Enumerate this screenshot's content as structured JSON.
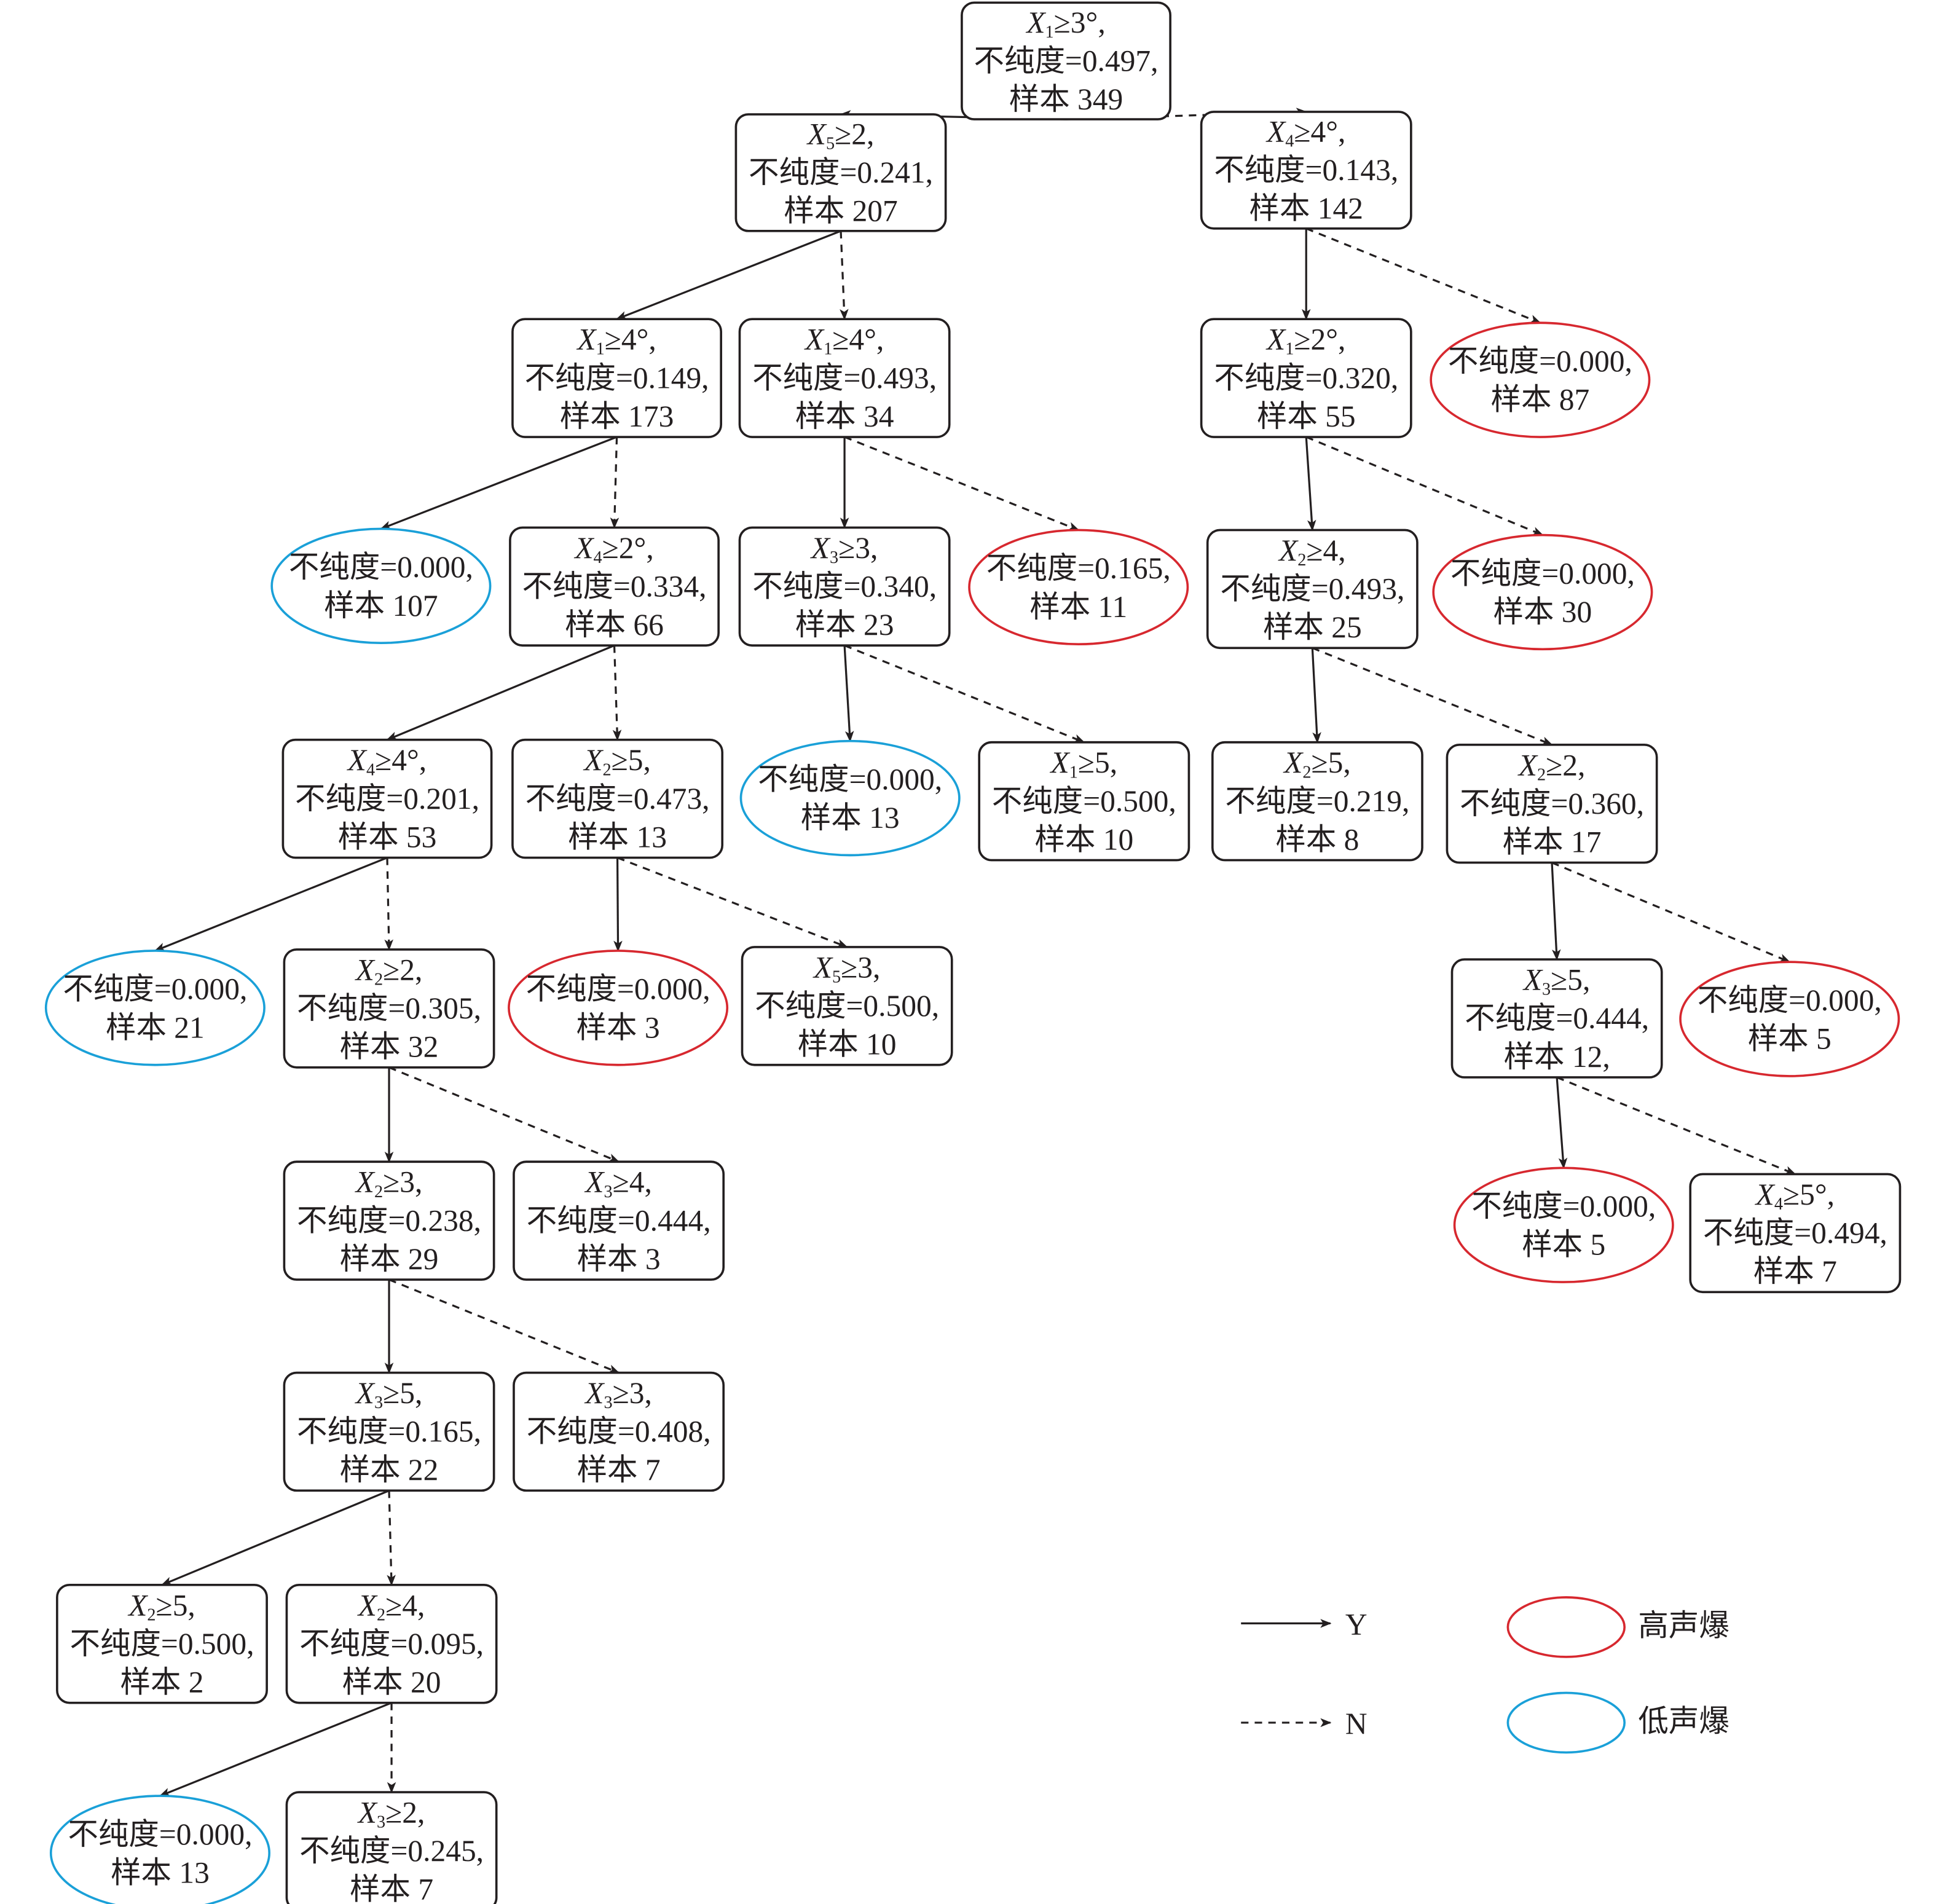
{
  "title": "决策树",
  "colors": {
    "high": "#d7282f",
    "low": "#1aa0d8",
    "line": "#231f20"
  },
  "nodes": [
    {
      "id": "root",
      "var": "X",
      "sub": "1",
      "cond": "≥3°,",
      "impurity": "不纯度=0.497,",
      "samples": "样本 349"
    },
    {
      "id": "n1",
      "var": "X",
      "sub": "5",
      "cond": "≥2,",
      "impurity": "不纯度=0.241,",
      "samples": "样本 207"
    },
    {
      "id": "n2",
      "var": "X",
      "sub": "4",
      "cond": "≥4°,",
      "impurity": "不纯度=0.143,",
      "samples": "样本 142"
    },
    {
      "id": "n3",
      "var": "X",
      "sub": "1",
      "cond": "≥4°,",
      "impurity": "不纯度=0.149,",
      "samples": "样本 173"
    },
    {
      "id": "n4",
      "var": "X",
      "sub": "1",
      "cond": "≥4°,",
      "impurity": "不纯度=0.493,",
      "samples": "样本 34"
    },
    {
      "id": "n5",
      "var": "X",
      "sub": "1",
      "cond": "≥2°,",
      "impurity": "不纯度=0.320,",
      "samples": "样本 55"
    },
    {
      "id": "l1",
      "leaf": "high",
      "impurity": "不纯度=0.000,",
      "samples": "样本 87"
    },
    {
      "id": "l2",
      "leaf": "low",
      "impurity": "不纯度=0.000,",
      "samples": "样本 107"
    },
    {
      "id": "n6",
      "var": "X",
      "sub": "4",
      "cond": "≥2°,",
      "impurity": "不纯度=0.334,",
      "samples": "样本 66"
    },
    {
      "id": "n7",
      "var": "X",
      "sub": "3",
      "cond": "≥3,",
      "impurity": "不纯度=0.340,",
      "samples": "样本 23"
    },
    {
      "id": "l3",
      "leaf": "high",
      "impurity": "不纯度=0.165,",
      "samples": "样本 11"
    },
    {
      "id": "n8",
      "var": "X",
      "sub": "2",
      "cond": "≥4,",
      "impurity": "不纯度=0.493,",
      "samples": "样本 25"
    },
    {
      "id": "l4",
      "leaf": "high",
      "impurity": "不纯度=0.000,",
      "samples": "样本 30"
    },
    {
      "id": "n9",
      "var": "X",
      "sub": "4",
      "cond": "≥4°,",
      "impurity": "不纯度=0.201,",
      "samples": "样本 53"
    },
    {
      "id": "n10",
      "var": "X",
      "sub": "2",
      "cond": "≥5,",
      "impurity": "不纯度=0.473,",
      "samples": "样本 13"
    },
    {
      "id": "l5",
      "leaf": "low",
      "impurity": "不纯度=0.000,",
      "samples": "样本 13"
    },
    {
      "id": "n11",
      "var": "X",
      "sub": "1",
      "cond": "≥5,",
      "impurity": "不纯度=0.500,",
      "samples": "样本 10"
    },
    {
      "id": "n12",
      "var": "X",
      "sub": "2",
      "cond": "≥5,",
      "impurity": "不纯度=0.219,",
      "samples": "样本 8"
    },
    {
      "id": "n13",
      "var": "X",
      "sub": "2",
      "cond": "≥2,",
      "impurity": "不纯度=0.360,",
      "samples": "样本 17"
    },
    {
      "id": "l6",
      "leaf": "low",
      "impurity": "不纯度=0.000,",
      "samples": "样本 21"
    },
    {
      "id": "n14",
      "var": "X",
      "sub": "2",
      "cond": "≥2,",
      "impurity": "不纯度=0.305,",
      "samples": "样本 32"
    },
    {
      "id": "l7",
      "leaf": "high",
      "impurity": "不纯度=0.000,",
      "samples": "样本 3"
    },
    {
      "id": "n15",
      "var": "X",
      "sub": "5",
      "cond": "≥3,",
      "impurity": "不纯度=0.500,",
      "samples": "样本 10"
    },
    {
      "id": "n16",
      "var": "X",
      "sub": "3",
      "cond": "≥5,",
      "impurity": "不纯度=0.444,",
      "samples": "样本 12,"
    },
    {
      "id": "l8",
      "leaf": "high",
      "impurity": "不纯度=0.000,",
      "samples": "样本 5"
    },
    {
      "id": "n17",
      "var": "X",
      "sub": "2",
      "cond": "≥3,",
      "impurity": "不纯度=0.238,",
      "samples": "样本 29"
    },
    {
      "id": "n18",
      "var": "X",
      "sub": "3",
      "cond": "≥4,",
      "impurity": "不纯度=0.444,",
      "samples": "样本 3"
    },
    {
      "id": "l9",
      "leaf": "high",
      "impurity": "不纯度=0.000,",
      "samples": "样本 5"
    },
    {
      "id": "n19",
      "var": "X",
      "sub": "4",
      "cond": "≥5°,",
      "impurity": "不纯度=0.494,",
      "samples": "样本 7"
    },
    {
      "id": "n20",
      "var": "X",
      "sub": "3",
      "cond": "≥5,",
      "impurity": "不纯度=0.165,",
      "samples": "样本 22"
    },
    {
      "id": "n21",
      "var": "X",
      "sub": "3",
      "cond": "≥3,",
      "impurity": "不纯度=0.408,",
      "samples": "样本 7"
    },
    {
      "id": "n22",
      "var": "X",
      "sub": "2",
      "cond": "≥5,",
      "impurity": "不纯度=0.500,",
      "samples": "样本 2"
    },
    {
      "id": "n23",
      "var": "X",
      "sub": "2",
      "cond": "≥4,",
      "impurity": "不纯度=0.095,",
      "samples": "样本 20"
    },
    {
      "id": "l10",
      "leaf": "low",
      "impurity": "不纯度=0.000,",
      "samples": "样本 13"
    },
    {
      "id": "n24",
      "var": "X",
      "sub": "3",
      "cond": "≥2,",
      "impurity": "不纯度=0.245,",
      "samples": "样本 7"
    }
  ],
  "edges": [
    [
      "root",
      "n1",
      "Y"
    ],
    [
      "root",
      "n2",
      "N"
    ],
    [
      "n1",
      "n3",
      "Y"
    ],
    [
      "n1",
      "n4",
      "N"
    ],
    [
      "n2",
      "n5",
      "Y"
    ],
    [
      "n2",
      "l1",
      "N"
    ],
    [
      "n3",
      "l2",
      "Y"
    ],
    [
      "n3",
      "n6",
      "N"
    ],
    [
      "n4",
      "n7",
      "Y"
    ],
    [
      "n4",
      "l3",
      "N"
    ],
    [
      "n5",
      "n8",
      "Y"
    ],
    [
      "n5",
      "l4",
      "N"
    ],
    [
      "n6",
      "n9",
      "Y"
    ],
    [
      "n6",
      "n10",
      "N"
    ],
    [
      "n7",
      "l5",
      "Y"
    ],
    [
      "n7",
      "n11",
      "N"
    ],
    [
      "n8",
      "n12",
      "Y"
    ],
    [
      "n8",
      "n13",
      "N"
    ],
    [
      "n9",
      "l6",
      "Y"
    ],
    [
      "n9",
      "n14",
      "N"
    ],
    [
      "n10",
      "l7",
      "Y"
    ],
    [
      "n10",
      "n15",
      "N"
    ],
    [
      "n13",
      "n16",
      "Y"
    ],
    [
      "n13",
      "l8",
      "N"
    ],
    [
      "n14",
      "n17",
      "Y"
    ],
    [
      "n14",
      "n18",
      "N"
    ],
    [
      "n16",
      "l9",
      "Y"
    ],
    [
      "n16",
      "n19",
      "N"
    ],
    [
      "n17",
      "n20",
      "Y"
    ],
    [
      "n17",
      "n21",
      "N"
    ],
    [
      "n20",
      "n22",
      "Y"
    ],
    [
      "n20",
      "n23",
      "N"
    ],
    [
      "n23",
      "l10",
      "Y"
    ],
    [
      "n23",
      "n24",
      "N"
    ]
  ],
  "legend": {
    "yes_label": "Y",
    "no_label": "N",
    "high_label": "高声爆",
    "low_label": "低声爆"
  }
}
